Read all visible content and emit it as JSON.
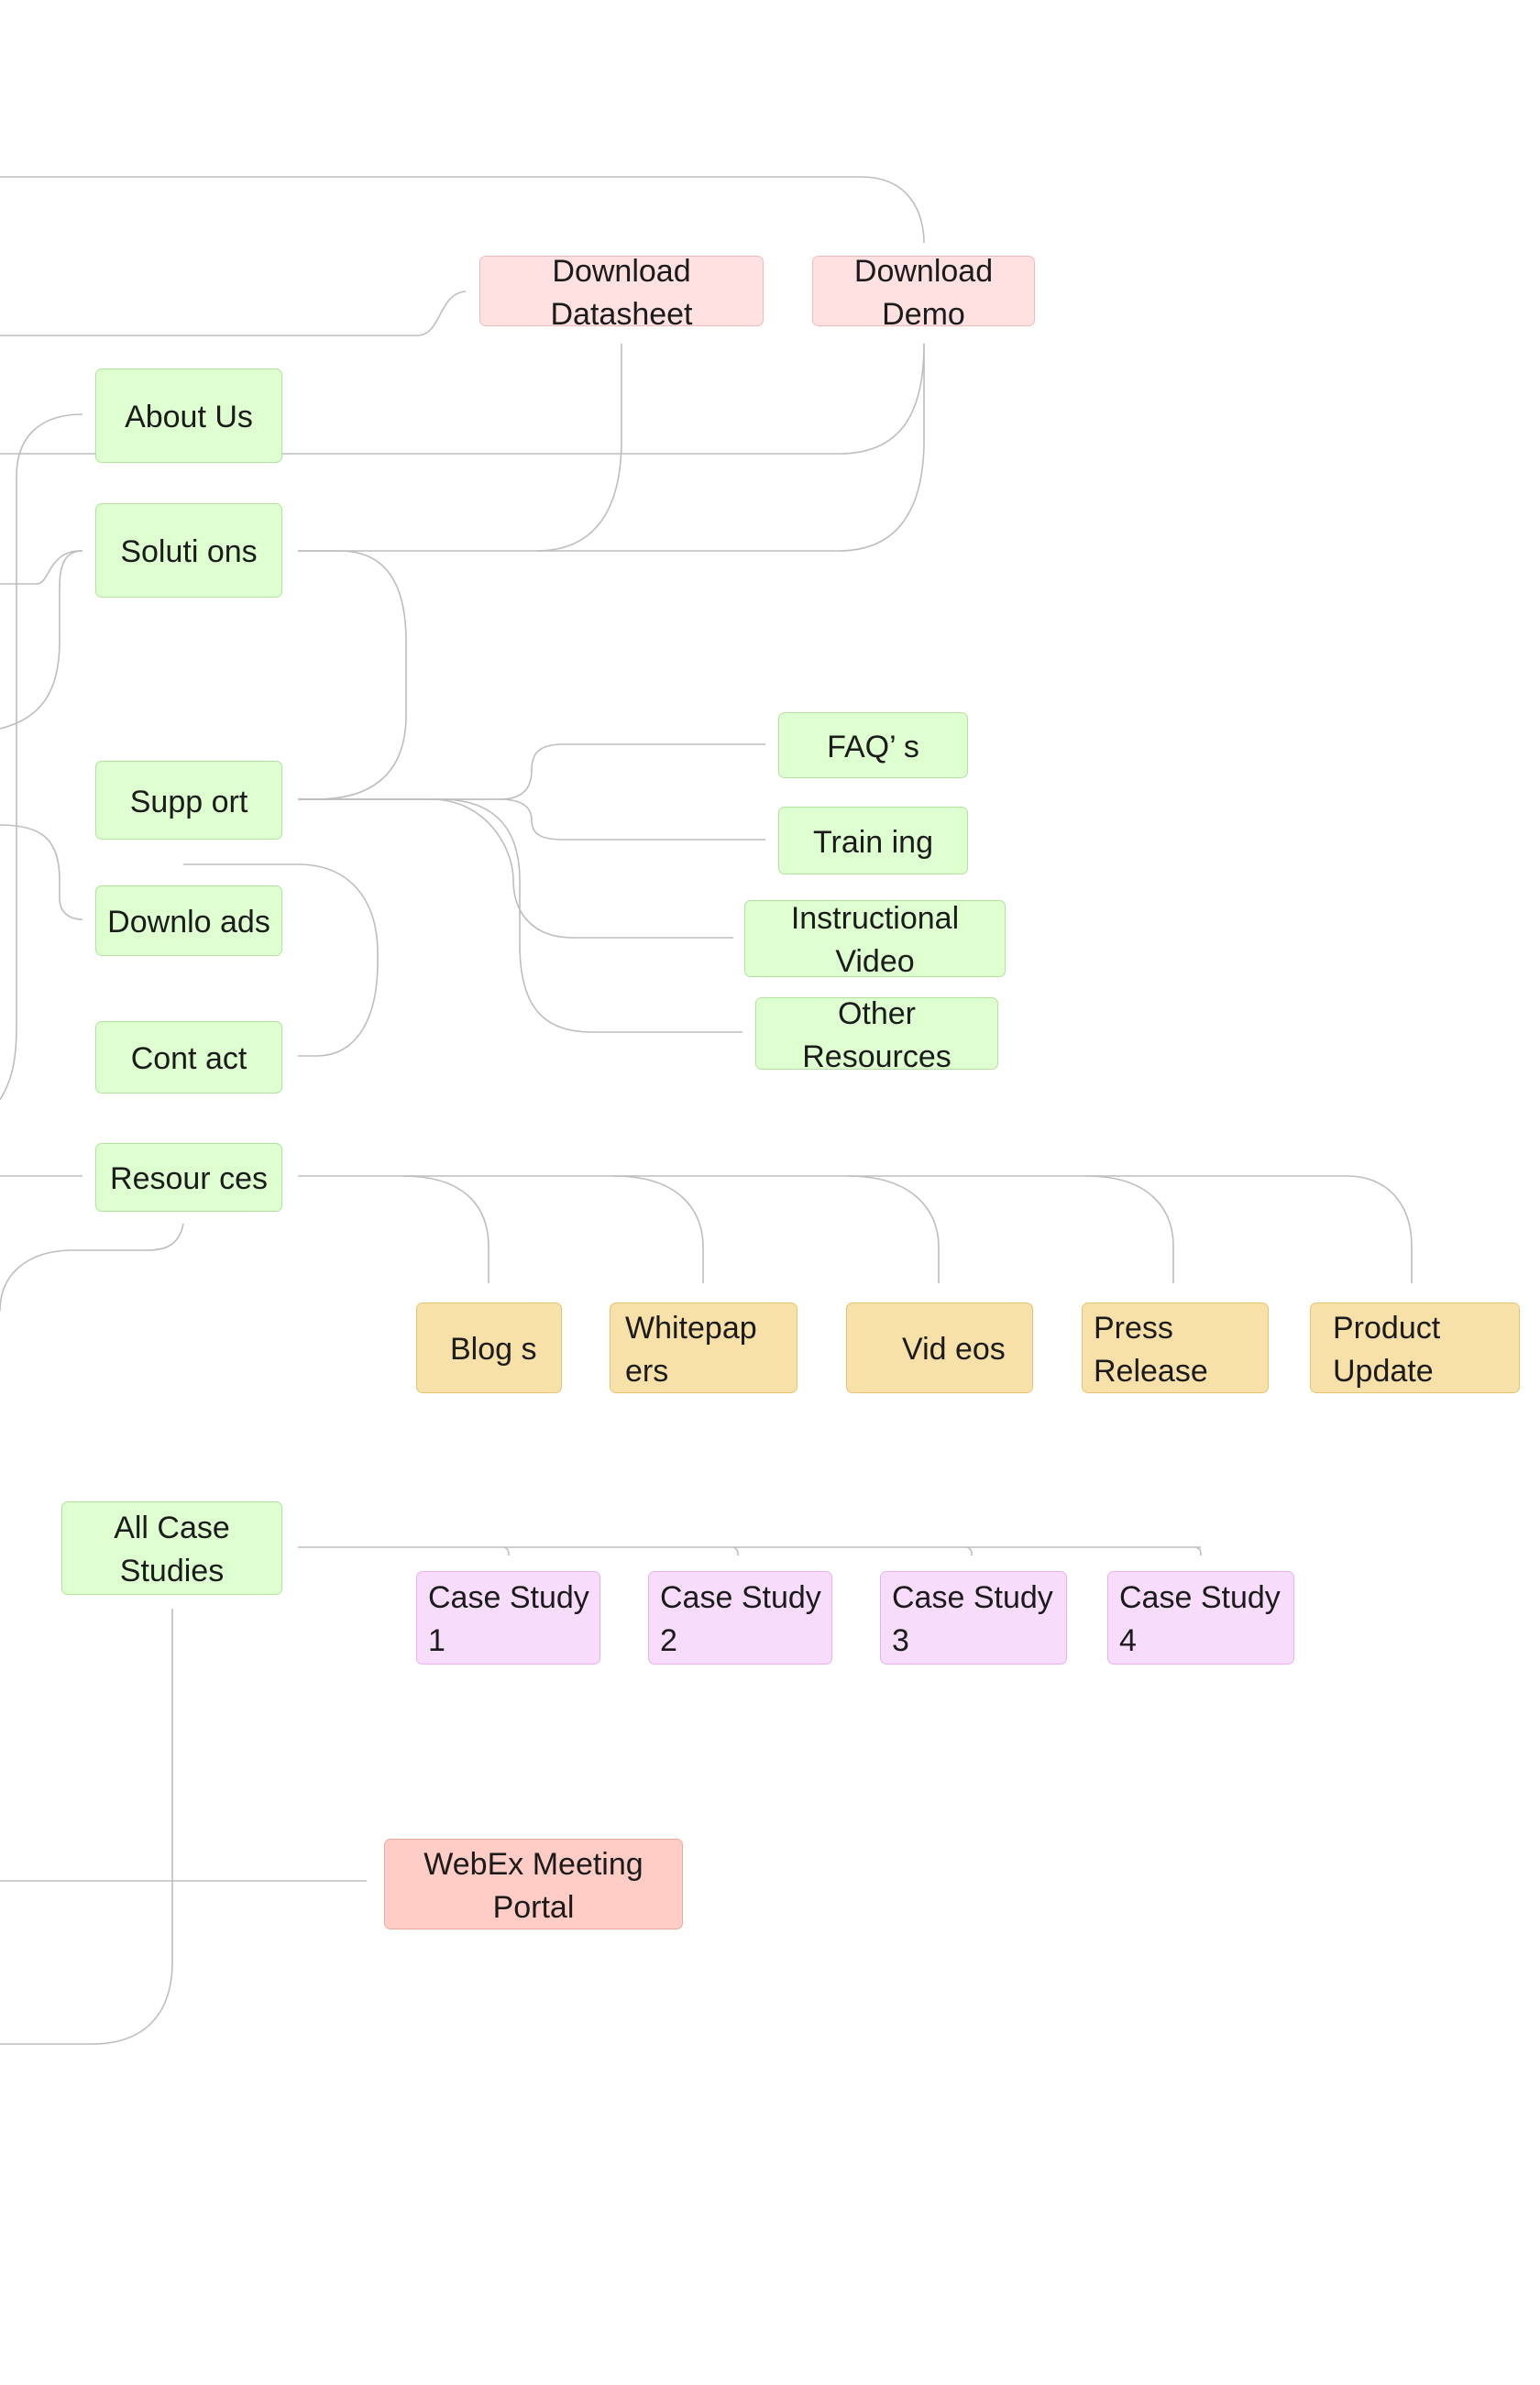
{
  "colors": {
    "edge": "#bdbdbd",
    "download": "#ffe1e1",
    "navigation": "#deffcf",
    "resources": "#f8e1a8",
    "case_studies": "#f8dcfb",
    "portal": "#ffcdc6"
  },
  "nodes": {
    "download_datasheet": "Download Datasheet",
    "download_demo": "Download Demo",
    "about_us": "About Us",
    "solutions": "Soluti ons",
    "support": "Supp ort",
    "downloads": "Downlo ads",
    "contact": "Cont act",
    "resources": "Resour ces",
    "faqs": "FAQ’ s",
    "training": "Train ing",
    "instructional_video": "Instructional Video",
    "other_resources": "Other Resources",
    "blogs": "Blog s",
    "whitepapers": "Whitepap ers",
    "videos": "Vid eos",
    "press_release": "Press Release",
    "product_update": "Product Update",
    "all_case_studies": "All Case Studies",
    "case_study_1": "Case Study 1",
    "case_study_2": "Case Study 2",
    "case_study_3": "Case Study 3",
    "case_study_4": "Case Study 4",
    "webex_portal": "WebEx Meeting Portal"
  }
}
